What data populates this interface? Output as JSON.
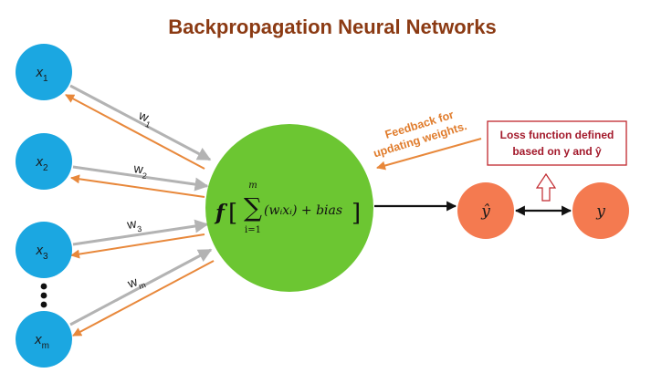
{
  "title": "Backpropagation Neural Networks",
  "inputs": [
    {
      "base": "x",
      "sub": "1"
    },
    {
      "base": "x",
      "sub": "2"
    },
    {
      "base": "x",
      "sub": "3"
    },
    {
      "base": "x",
      "sub": "m"
    }
  ],
  "weights": [
    {
      "base": "w",
      "sub": "1"
    },
    {
      "base": "w",
      "sub": "2"
    },
    {
      "base": "w",
      "sub": "3"
    },
    {
      "base": "w",
      "sub": "m"
    }
  ],
  "neuron_formula": {
    "f": "f",
    "open_bracket": "[",
    "sigma": "∑",
    "upper_limit": "m",
    "lower_limit": "i=1",
    "term": "(wᵢxᵢ) + bias",
    "close_bracket": "]"
  },
  "output_node": {
    "label": "ŷ"
  },
  "target_node": {
    "label": "y"
  },
  "feedback_label": [
    "Feedback for",
    "updating weights."
  ],
  "loss_box": [
    "Loss function defined",
    "based on y and ŷ"
  ],
  "colors": {
    "title": "#8b3a13",
    "input_node": "#1ba7e1",
    "neuron": "#6cc632",
    "output_node": "#f47a50",
    "forward_arrow": "#b3b3b3",
    "backward_arrow": "#e8883b",
    "feedback_text": "#e07c2c",
    "loss_border": "#c0272d",
    "loss_text": "#a3192b"
  }
}
